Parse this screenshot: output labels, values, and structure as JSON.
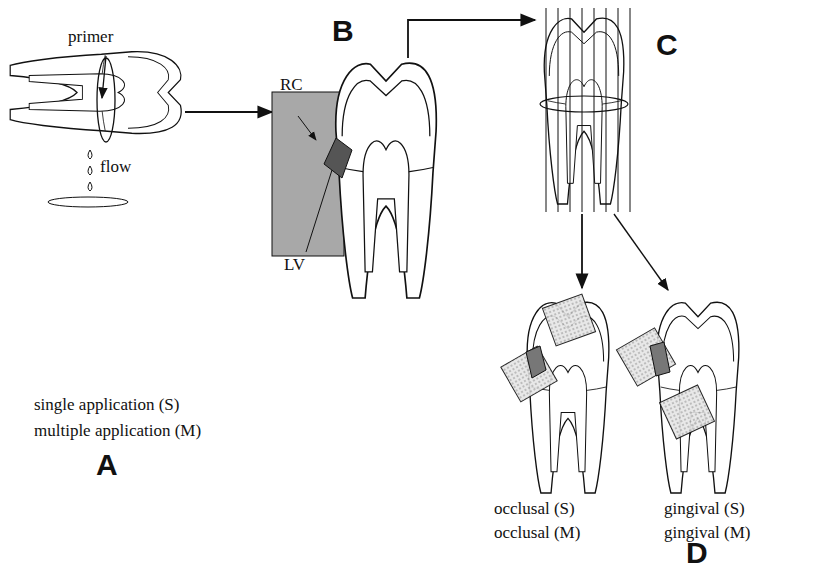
{
  "diagram": {
    "labels": [
      "primer",
      "flow",
      "single application (S)",
      "multiple application (M)",
      "A",
      "B",
      "RC",
      "LV",
      "C",
      "occlusal (S)",
      "occlusal (M)",
      "gingival (S)",
      "gingival (M)",
      "D"
    ]
  }
}
